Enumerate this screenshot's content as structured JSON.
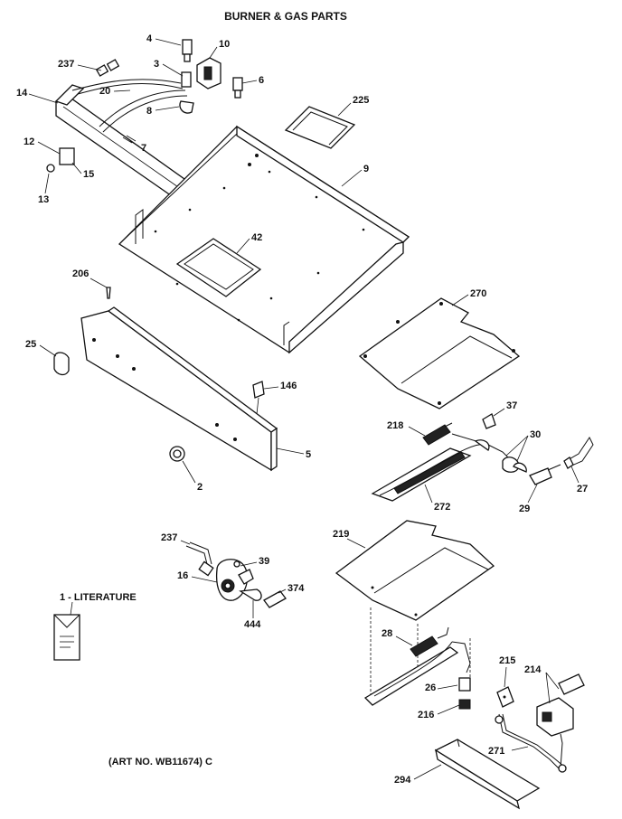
{
  "title": "BURNER & GAS PARTS",
  "art_number": "(ART NO. WB11674) C",
  "literature_label": "1 - LITERATURE",
  "callouts": {
    "c4": "4",
    "c10": "10",
    "c237a": "237",
    "c3": "3",
    "c6": "6",
    "c14": "14",
    "c20": "20",
    "c8": "8",
    "c225": "225",
    "c7": "7",
    "c12": "12",
    "c15": "15",
    "c13": "13",
    "c9": "9",
    "c42": "42",
    "c206": "206",
    "c270": "270",
    "c25": "25",
    "c146": "146",
    "c37": "37",
    "c218": "218",
    "c30": "30",
    "c5": "5",
    "c2": "2",
    "c27": "27",
    "c272": "272",
    "c29": "29",
    "c219": "219",
    "c237b": "237",
    "c39": "39",
    "c16": "16",
    "c374": "374",
    "c444": "444",
    "c28": "28",
    "c215": "215",
    "c214": "214",
    "c26": "26",
    "c216": "216",
    "c271": "271",
    "c294": "294"
  }
}
